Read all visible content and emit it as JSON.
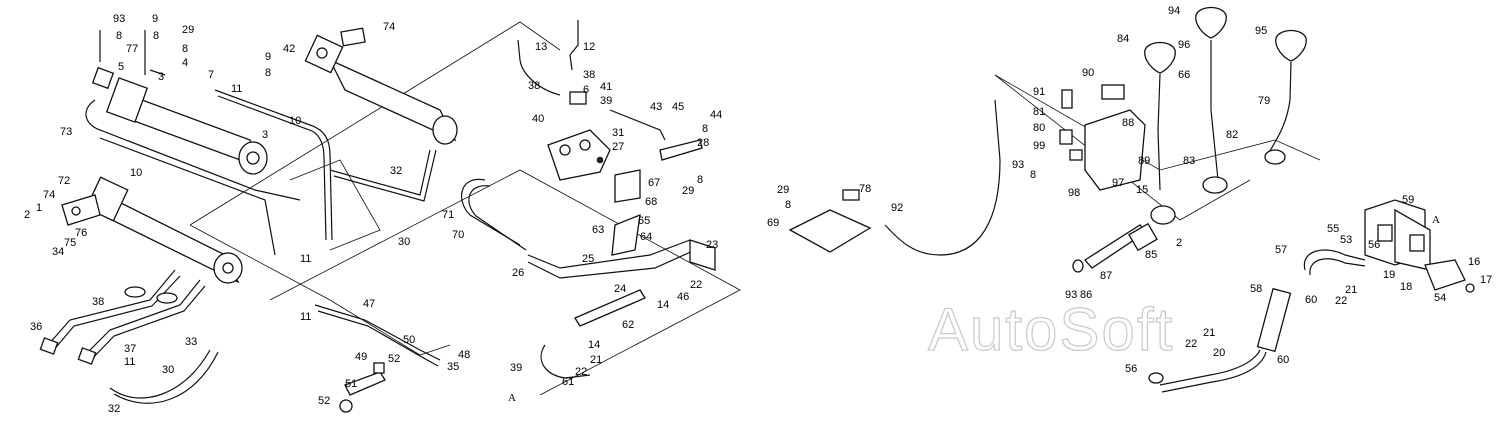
{
  "watermark": "AutoSoft",
  "reference_marks": [
    "A",
    "A"
  ],
  "left_callouts": [
    "93",
    "9",
    "29",
    "8",
    "8",
    "8",
    "77",
    "5",
    "3",
    "4",
    "7",
    "11",
    "9",
    "8",
    "42",
    "74",
    "13",
    "12",
    "38",
    "38",
    "41",
    "6",
    "39",
    "43",
    "45",
    "44",
    "8",
    "40",
    "31",
    "27",
    "28",
    "10",
    "3",
    "73",
    "10",
    "67",
    "68",
    "29",
    "8",
    "72",
    "74",
    "1",
    "2",
    "76",
    "75",
    "34",
    "32",
    "30",
    "71",
    "70",
    "63",
    "65",
    "64",
    "23",
    "11",
    "11",
    "25",
    "26",
    "24",
    "46",
    "22",
    "62",
    "14",
    "14",
    "21",
    "22",
    "61",
    "39",
    "36",
    "37",
    "38",
    "33",
    "11",
    "30",
    "32",
    "47",
    "50",
    "48",
    "35",
    "49",
    "52",
    "51",
    "52"
  ],
  "right_callouts": [
    "94",
    "95",
    "84",
    "96",
    "66",
    "90",
    "91",
    "81",
    "88",
    "80",
    "89",
    "99",
    "97",
    "93",
    "8",
    "98",
    "83",
    "79",
    "82",
    "15",
    "29",
    "78",
    "8",
    "92",
    "69",
    "85",
    "2",
    "87",
    "86",
    "93",
    "59",
    "55",
    "53",
    "56",
    "A",
    "57",
    "19",
    "16",
    "18",
    "17",
    "54",
    "21",
    "22",
    "58",
    "60",
    "21",
    "22",
    "20",
    "60",
    "56"
  ]
}
